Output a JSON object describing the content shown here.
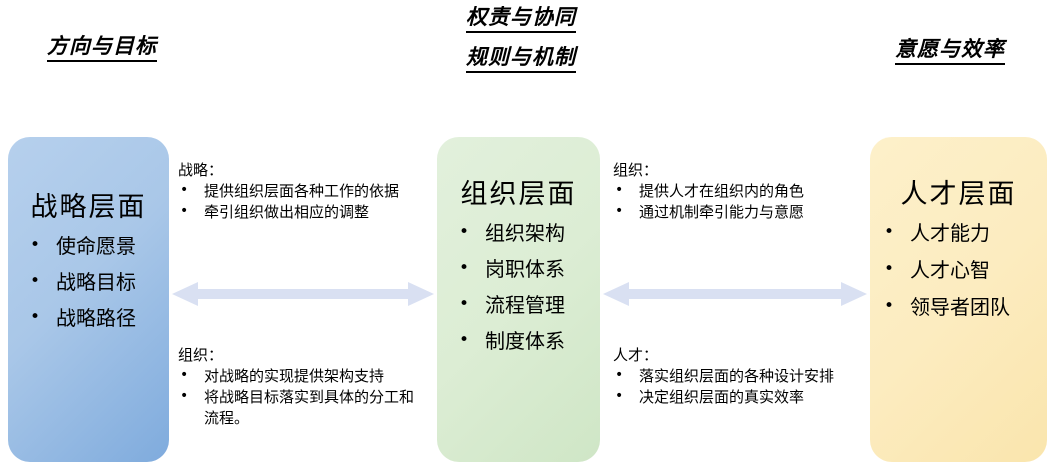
{
  "headings": {
    "left": "方向与目标",
    "center_1": "权责与协同",
    "center_2": "规则与机制",
    "right": "意愿与效率"
  },
  "boxes": {
    "strategy": {
      "title": "战略层面",
      "items": [
        "使命愿景",
        "战略目标",
        "战略路径"
      ],
      "color": "#a9c7e8"
    },
    "organization": {
      "title": "组织层面",
      "items": [
        "组织架构",
        "岗职体系",
        "流程管理",
        "制度体系"
      ],
      "color": "#dcedd4"
    },
    "talent": {
      "title": "人才层面",
      "items": [
        "人才能力",
        "人才心智",
        "领导者团队"
      ],
      "color": "#fcecc0"
    }
  },
  "notes": {
    "strategy_out": {
      "title": "战略：",
      "items": [
        "提供组织层面各种工作的依据",
        "牵引组织做出相应的调整"
      ]
    },
    "organization_in": {
      "title": "组织：",
      "items": [
        "对战略的实现提供架构支持",
        "将战略目标落实到具体的分工和流程。"
      ]
    },
    "organization_out": {
      "title": "组织：",
      "items": [
        "提供人才在组织内的角色",
        "通过机制牵引能力与意愿"
      ]
    },
    "talent_in": {
      "title": "人才：",
      "items": [
        "落实组织层面的各种设计安排",
        "决定组织层面的真实效率"
      ]
    }
  },
  "arrows": {
    "color": "#d9e0f2",
    "left_label": "strategy-organization-arrow",
    "right_label": "organization-talent-arrow"
  }
}
